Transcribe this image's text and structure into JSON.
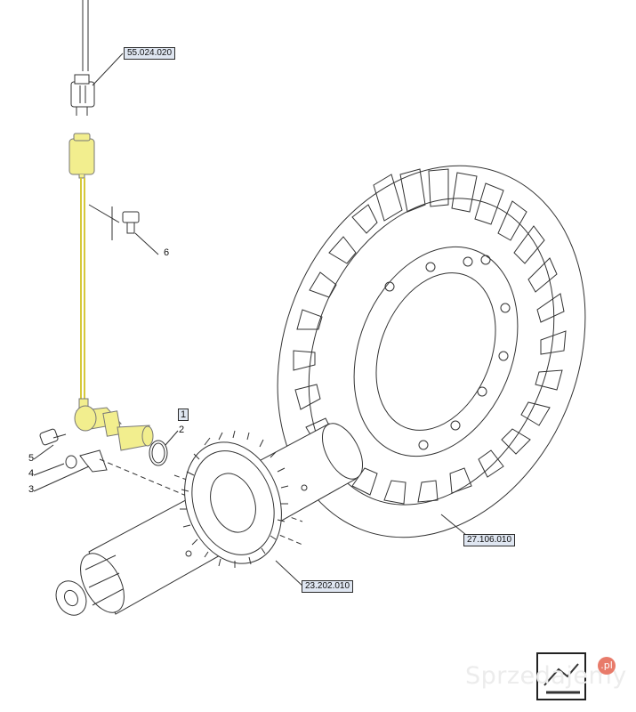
{
  "references": {
    "top_connector": "55.024.020",
    "ring_gear": "27.106.010",
    "shaft_gear": "23.202.010"
  },
  "callouts": [
    "1",
    "2",
    "3",
    "4",
    "5",
    "6"
  ],
  "highlight_color": "#f2ee8e",
  "watermark": {
    "text": "Sprzedajemy",
    "badge": ".pl"
  }
}
